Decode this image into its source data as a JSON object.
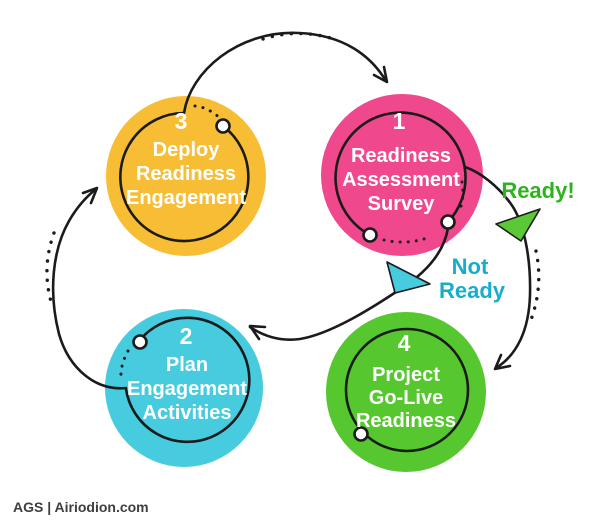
{
  "diagram": {
    "name": "readiness-assessment-cycle",
    "nodes": [
      {
        "number": "1",
        "lines": [
          "Readiness",
          "Assessment",
          "Survey"
        ],
        "color": "#F0488C"
      },
      {
        "number": "2",
        "lines": [
          "Plan",
          "Engagement",
          "Activities"
        ],
        "color": "#47CBDF"
      },
      {
        "number": "3",
        "lines": [
          "Deploy",
          "Readiness",
          "Engagement"
        ],
        "color": "#F7BE35"
      },
      {
        "number": "4",
        "lines": [
          "Project",
          "Go-Live",
          "Readiness"
        ],
        "color": "#56C72F"
      }
    ],
    "branches": {
      "ready": {
        "label": "Ready!",
        "text_color": "#2CB41C",
        "marker_color": "#5BC936"
      },
      "not_ready": {
        "line1": "Not",
        "line2": "Ready",
        "text_color": "#17AECB",
        "marker_color": "#47CBDF"
      }
    },
    "footer": {
      "credit": "AGS | Airiodion.com",
      "color": "#3E3E3E"
    }
  }
}
